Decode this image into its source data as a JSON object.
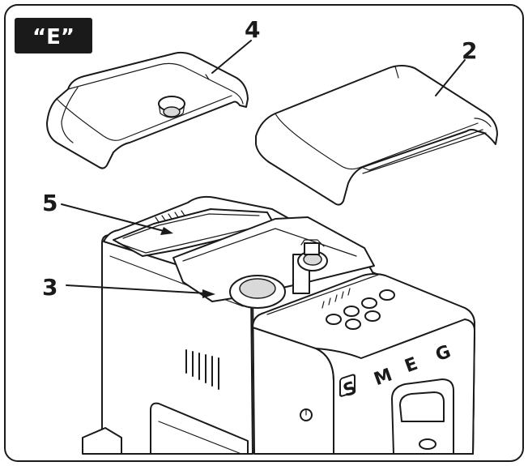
{
  "badge": {
    "label": "“E”",
    "bg_color": "#1a1a1a"
  },
  "callouts": {
    "c2": "2",
    "c3": "3",
    "c4": "4",
    "c5": "5"
  },
  "brand_logo": "SMEG"
}
